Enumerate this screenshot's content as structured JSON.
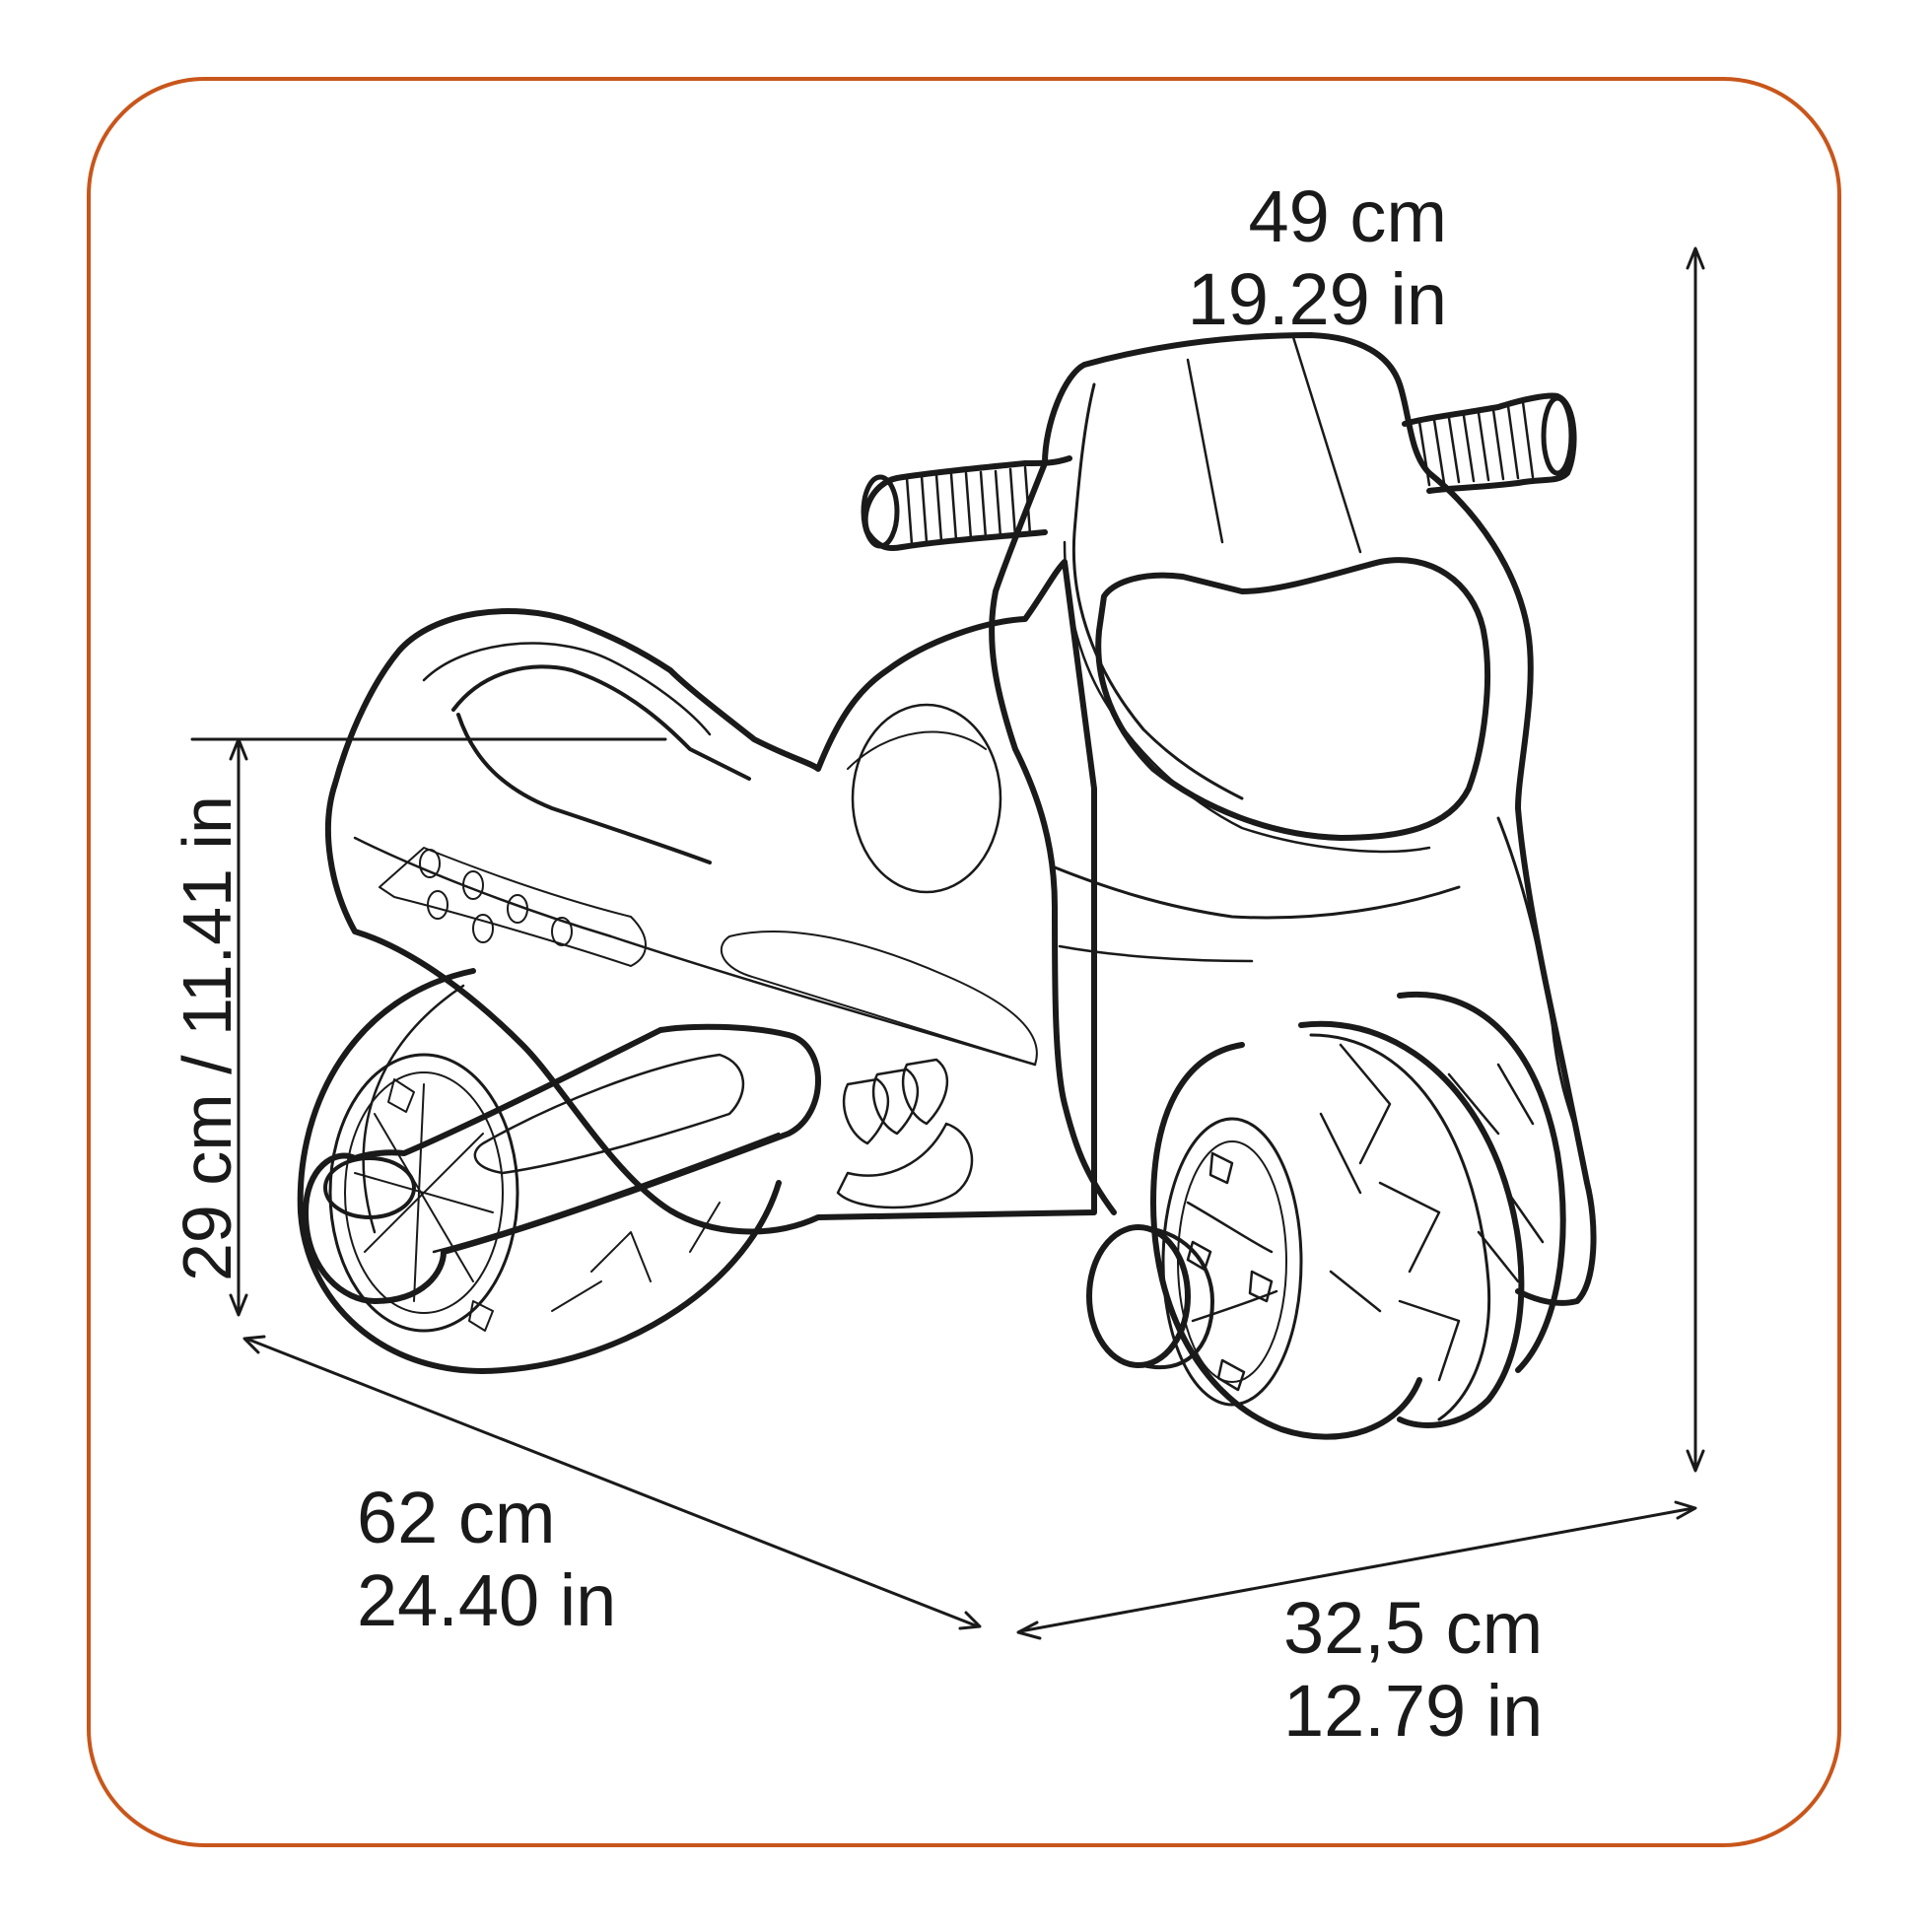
{
  "accent_color": "#c8561b",
  "line_color": "#1a1a1a",
  "dimensions": {
    "height": {
      "cm": "49 cm",
      "in": "19.29 in"
    },
    "length": {
      "cm": "62 cm",
      "in": "24.40 in"
    },
    "width": {
      "cm": "32,5 cm",
      "in": "12.79 in"
    },
    "seat_height": {
      "label": "29 cm / 11.41 in"
    }
  }
}
